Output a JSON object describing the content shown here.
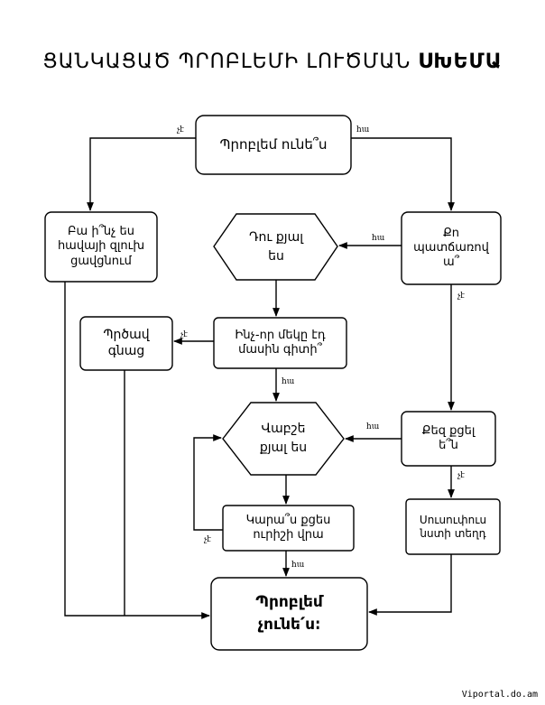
{
  "title": {
    "regular": "ՑԱՆԿԱՑԱԾ ՊՐՈԲԼԵՄԻ ԼՈՒԾՄԱՆ ",
    "bold": "ՍԽԵՄԱ"
  },
  "nodes": {
    "start": "Պրոբլեմ ունե՞ս",
    "dont_mess": "Բա ի՞նչ ես հավայի զլուխ ցավցնում",
    "you_messed": "Դու քյալ ես",
    "your_fault": "Քո պատճառով ա՞",
    "anyone_knows": "Ինչ-որ մեկը էդ մասին գիտի՞",
    "screwed": "Պրծավ գնաց",
    "you_poor": "Վաբշե քյալ ես",
    "can_blame": "Քեզ քցել ե՞ն",
    "blame_other": "Կարա՞ս քցես ուրիշի վրա",
    "hide": "Սուսուփուս նստի տեղդ",
    "no_problem": "Պրոբլեմ չունե՛ս։"
  },
  "labels": {
    "no": "չէ",
    "yes": "հա"
  },
  "watermark": "Viportal.do.am"
}
